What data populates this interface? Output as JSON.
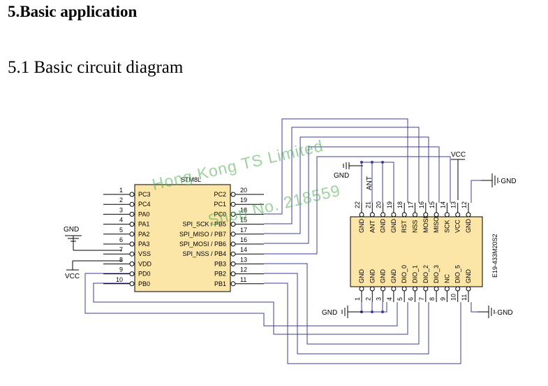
{
  "section_title": "5.Basic application",
  "subsection_title": "5.1 Basic circuit diagram",
  "diagram": {
    "mcu": {
      "name": "STM8L",
      "left_pins": [
        {
          "num": "1",
          "label": "PC3"
        },
        {
          "num": "2",
          "label": "PC4"
        },
        {
          "num": "3",
          "label": "PA0"
        },
        {
          "num": "4",
          "label": "PA1"
        },
        {
          "num": "5",
          "label": "PA2"
        },
        {
          "num": "6",
          "label": "PA3"
        },
        {
          "num": "7",
          "label": "VSS"
        },
        {
          "num": "8",
          "label": "VDD"
        },
        {
          "num": "9",
          "label": "PD0"
        },
        {
          "num": "10",
          "label": "PB0"
        }
      ],
      "right_pins": [
        {
          "num": "20",
          "label": "PC2"
        },
        {
          "num": "19",
          "label": "PC1"
        },
        {
          "num": "18",
          "label": "PC0"
        },
        {
          "num": "15",
          "label": "SPI_SCK / PB5"
        },
        {
          "num": "17",
          "label": "SPI_MISO / PB7"
        },
        {
          "num": "16",
          "label": "SPI_MOSI / PB6"
        },
        {
          "num": "14",
          "label": "SPI_NSS / PB4"
        },
        {
          "num": "13",
          "label": "PB3"
        },
        {
          "num": "12",
          "label": "PB2"
        },
        {
          "num": "11",
          "label": "PB1"
        }
      ]
    },
    "module": {
      "name": "E19-433M20S2",
      "top_pins": [
        {
          "num": "22",
          "label": "GND"
        },
        {
          "num": "21",
          "label": "ANT"
        },
        {
          "num": "20",
          "label": "GND"
        },
        {
          "num": "19",
          "label": "GND"
        },
        {
          "num": "18",
          "label": "RST"
        },
        {
          "num": "17",
          "label": "NSS"
        },
        {
          "num": "16",
          "label": "MOSI"
        },
        {
          "num": "15",
          "label": "MISO"
        },
        {
          "num": "14",
          "label": "SCK"
        },
        {
          "num": "13",
          "label": "VCC"
        },
        {
          "num": "12",
          "label": "GND"
        }
      ],
      "bottom_pins": [
        {
          "num": "1",
          "label": "GND"
        },
        {
          "num": "2",
          "label": "GND"
        },
        {
          "num": "3",
          "label": "GND"
        },
        {
          "num": "4",
          "label": "GND"
        },
        {
          "num": "5",
          "label": "DIO_0"
        },
        {
          "num": "6",
          "label": "DIO_1"
        },
        {
          "num": "7",
          "label": "DIO_2"
        },
        {
          "num": "8",
          "label": "DIO_3"
        },
        {
          "num": "9",
          "label": "NC"
        },
        {
          "num": "10",
          "label": "DIO_5"
        },
        {
          "num": "11",
          "label": "GND"
        }
      ]
    },
    "power_labels": {
      "gnd": "GND",
      "gnd_dot": "·GND",
      "vcc": "VCC",
      "ant": "ANT"
    },
    "watermark": {
      "line1": "Hong Kong TS Limited",
      "line2": "Shop No. 218559"
    }
  },
  "colors": {
    "chip_fill": "#fbe5a7",
    "wire": "#3b3b9e",
    "pin": "#000000"
  }
}
